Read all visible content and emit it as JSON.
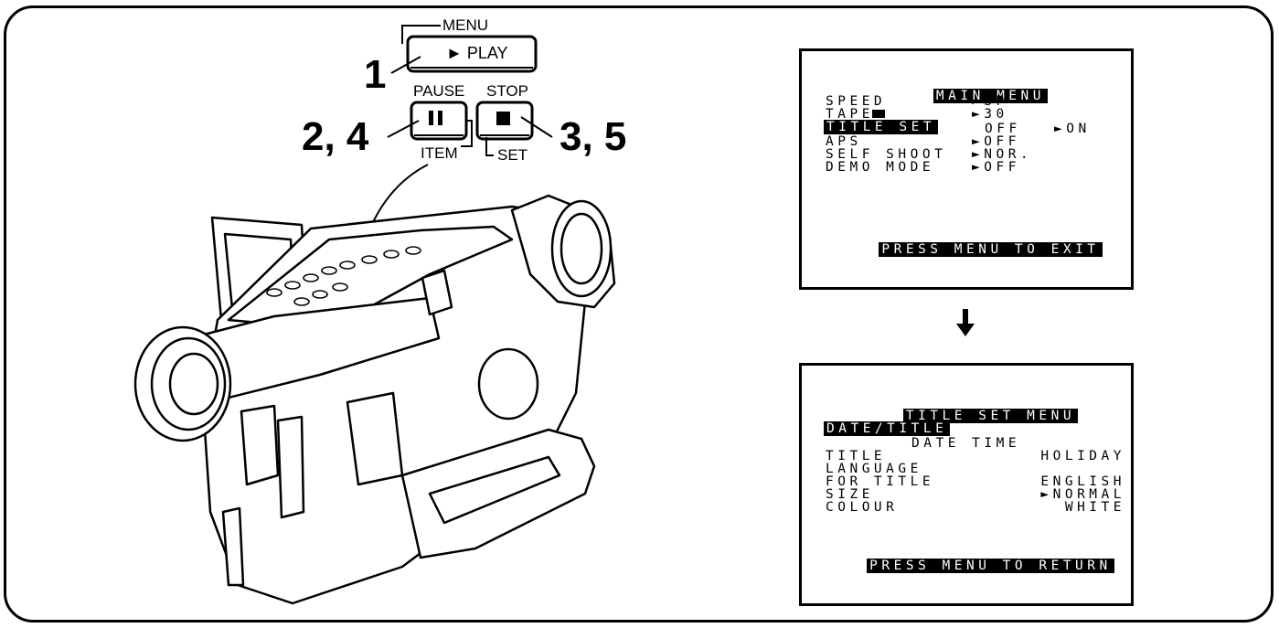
{
  "controls": {
    "menu_label": "MENU",
    "play_label": "► PLAY",
    "pause_label": "PAUSE",
    "stop_label": "STOP",
    "item_label": "ITEM",
    "set_label": "SET",
    "step_1": "1",
    "step_2_4": "2, 4",
    "step_3_5": "3, 5"
  },
  "main_menu": {
    "title": "MAIN MENU",
    "rows": [
      {
        "label": "SPEED",
        "value": "►SP",
        "extra": ""
      },
      {
        "label": "TAPE",
        "value": "►30",
        "extra": ""
      },
      {
        "label": "TITLE SET",
        "value": "OFF",
        "extra": "►ON"
      },
      {
        "label": "APS",
        "value": "►OFF",
        "extra": ""
      },
      {
        "label": "SELF SHOOT",
        "value": "►NOR.",
        "extra": ""
      },
      {
        "label": "DEMO MODE",
        "value": "►OFF",
        "extra": ""
      }
    ],
    "footer": "PRESS MENU TO EXIT"
  },
  "title_set_menu": {
    "title": "TITLE SET MENU",
    "section": "DATE/TITLE",
    "date_time": "DATE TIME",
    "title_label": "TITLE",
    "title_value": "HOLIDAY",
    "language_label_1": "LANGUAGE",
    "language_label_2": "FOR TITLE",
    "language_value": "ENGLISH",
    "size_label": "SIZE",
    "size_value": "►NORMAL",
    "colour_label": "COLOUR",
    "colour_value": "WHITE",
    "footer": "PRESS MENU TO RETURN"
  }
}
